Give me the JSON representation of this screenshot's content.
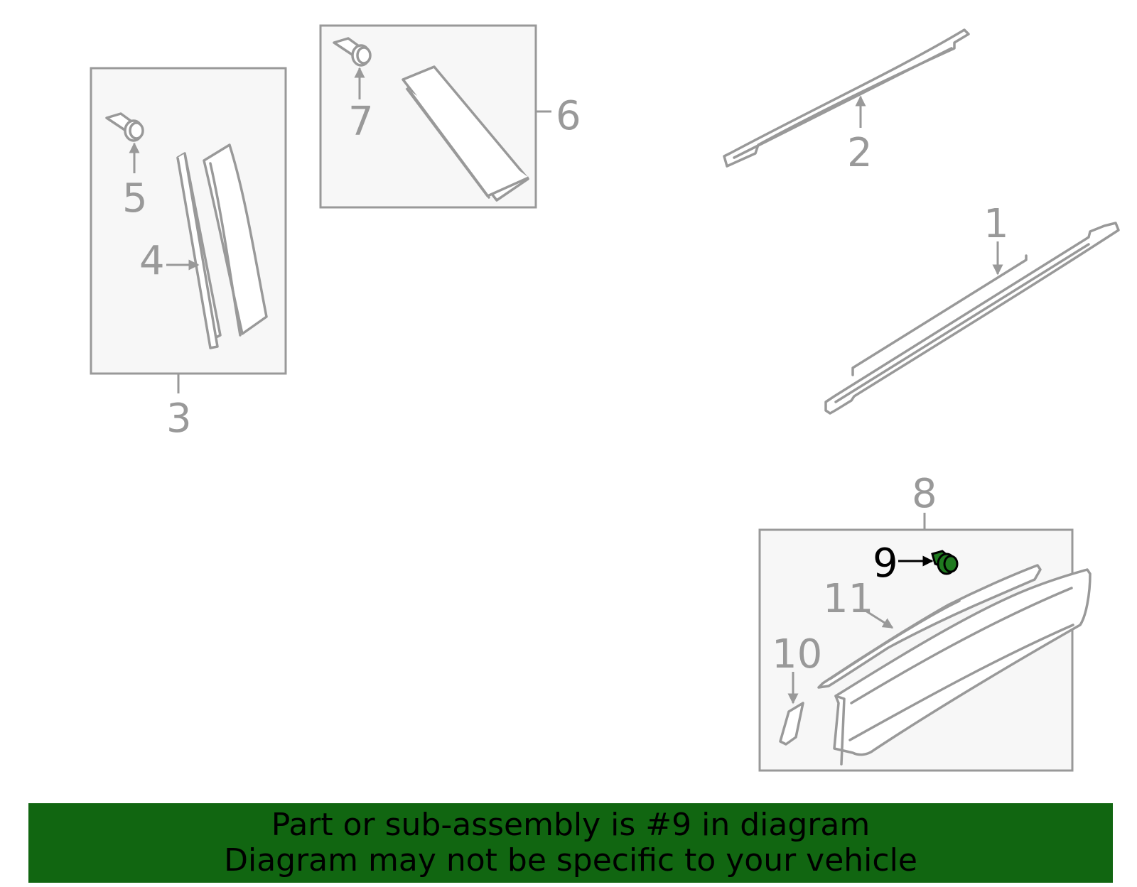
{
  "diagram": {
    "callouts": {
      "c1": "1",
      "c2": "2",
      "c3": "3",
      "c4": "4",
      "c5": "5",
      "c6": "6",
      "c7": "7",
      "c8": "8",
      "c9": "9",
      "c10": "10",
      "c11": "11"
    },
    "highlighted_part": "9",
    "colors": {
      "line": "#999999",
      "box_fill": "#f7f7f7",
      "highlight": "#1f7a1f",
      "banner": "#116611"
    }
  },
  "banner": {
    "line1": "Part or sub-assembly is #9 in diagram",
    "line2": "Diagram may not be specific to your vehicle"
  }
}
